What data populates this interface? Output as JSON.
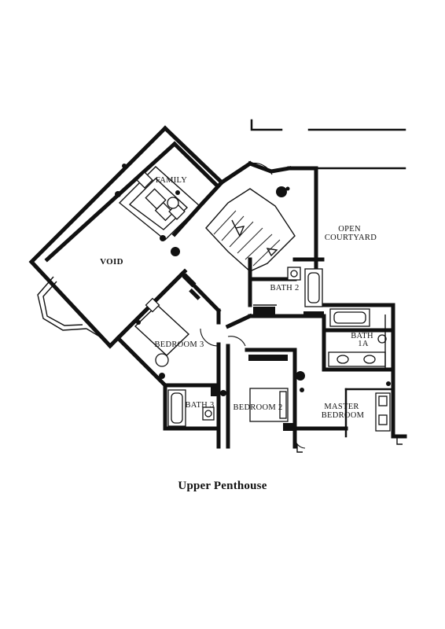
{
  "plan": {
    "rooms": [
      {
        "id": "family",
        "lines": [
          "FAMILY"
        ]
      },
      {
        "id": "void",
        "lines": [
          "VOID"
        ]
      },
      {
        "id": "open-courtyard",
        "lines": [
          "OPEN",
          "COURTYARD"
        ]
      },
      {
        "id": "bath-2",
        "lines": [
          "BATH 2"
        ]
      },
      {
        "id": "bath-1a",
        "lines": [
          "BATH",
          "1A"
        ]
      },
      {
        "id": "bedroom-3",
        "lines": [
          "BEDROOM 3"
        ]
      },
      {
        "id": "bath-3",
        "lines": [
          "BATH 3"
        ]
      },
      {
        "id": "bedroom-2",
        "lines": [
          "BEDROOM 2"
        ]
      },
      {
        "id": "master-bedroom",
        "lines": [
          "MASTER",
          "BEDROOM"
        ]
      }
    ],
    "caption": "Upper Penthouse"
  }
}
